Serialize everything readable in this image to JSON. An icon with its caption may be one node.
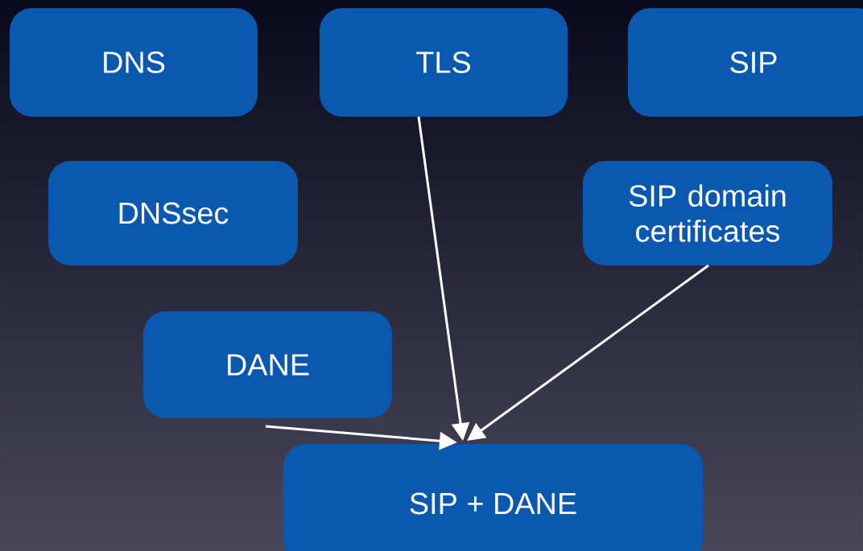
{
  "diagram": {
    "nodes": [
      {
        "text": [
          "DNS"
        ]
      },
      {
        "text": [
          "TLS"
        ]
      },
      {
        "text": [
          "SIP"
        ]
      },
      {
        "text": [
          "DNSsec"
        ]
      },
      {
        "text": [
          "SIP domain certificates"
        ]
      },
      {
        "text": [
          "DANE"
        ]
      },
      {
        "text": [
          "SIP + DANE"
        ]
      }
    ],
    "edges": [
      {
        "from": 1,
        "to": 6,
        "arrow": "to"
      },
      {
        "from": 4,
        "to": 6,
        "arrow": "to"
      },
      {
        "from": 5,
        "to": 6,
        "arrow": "to"
      }
    ]
  }
}
